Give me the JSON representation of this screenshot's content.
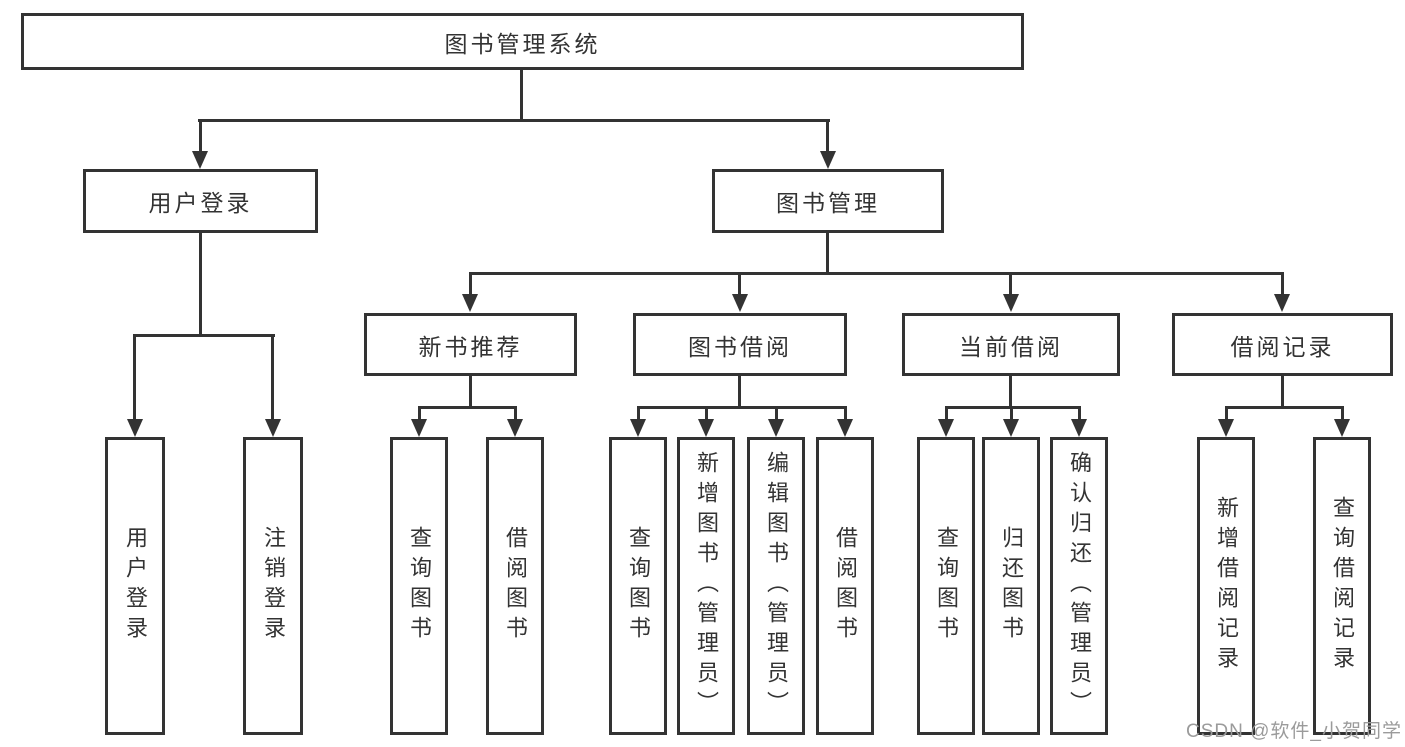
{
  "tree": {
    "label": "图书管理系统",
    "children": [
      {
        "label": "用户登录",
        "children": [
          {
            "label": "用户登录"
          },
          {
            "label": "注销登录"
          }
        ]
      },
      {
        "label": "图书管理",
        "children": [
          {
            "label": "新书推荐",
            "children": [
              {
                "label": "查询图书"
              },
              {
                "label": "借阅图书"
              }
            ]
          },
          {
            "label": "图书借阅",
            "children": [
              {
                "label": "查询图书"
              },
              {
                "label": "新增图书（管理员）"
              },
              {
                "label": "编辑图书（管理员）"
              },
              {
                "label": "借阅图书"
              }
            ]
          },
          {
            "label": "当前借阅",
            "children": [
              {
                "label": "查询图书"
              },
              {
                "label": "归还图书"
              },
              {
                "label": "确认归还（管理员）"
              }
            ]
          },
          {
            "label": "借阅记录",
            "children": [
              {
                "label": "新增借阅记录"
              },
              {
                "label": "查询借阅记录"
              }
            ]
          }
        ]
      }
    ]
  },
  "watermark": {
    "text": "CSDN @软件_小贺同学"
  },
  "colors": {
    "line": "#333333",
    "text": "#333333",
    "box_background": "#ffffff",
    "page_background": "#ffffff",
    "watermark": "#9b9b9b"
  }
}
